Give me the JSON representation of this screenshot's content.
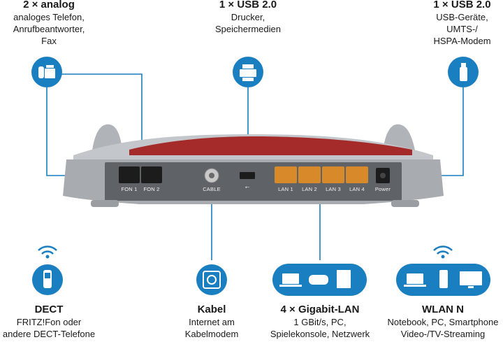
{
  "top": [
    {
      "title": "2 × analog",
      "desc": "analoges Telefon,\nAnrufbeantworter,\nFax",
      "icon": "phone-fax-icon"
    },
    {
      "title": "1 × USB 2.0",
      "desc": "Drucker,\nSpeichermedien",
      "icon": "printer-icon"
    },
    {
      "title": "1 × USB 2.0",
      "desc": "USB-Geräte,\nUMTS-/\nHSPA-Modem",
      "icon": "usb-stick-icon"
    }
  ],
  "bottom": [
    {
      "title": "DECT",
      "desc": "FRITZ!Fon oder\nandere DECT-Telefone",
      "icon": "dect-phone-icon"
    },
    {
      "title": "Kabel",
      "desc": "Internet am\nKabelmodem",
      "icon": "cable-socket-icon"
    },
    {
      "title": "4 × Gigabit-LAN",
      "desc": "1 GBit/s, PC,\nSpielekonsole, Netzwerk",
      "icon": "lan-devices-icon"
    },
    {
      "title": "WLAN N",
      "desc": "Notebook, PC, Smartphone\nVideo-/TV-Streaming",
      "icon": "wlan-devices-icon"
    }
  ],
  "ports": {
    "fon1": "FON 1",
    "fon2": "FON 2",
    "cable": "CABLE",
    "lan1": "LAN 1",
    "lan2": "LAN 2",
    "lan3": "LAN 3",
    "lan4": "LAN 4",
    "power": "Power"
  },
  "colors": {
    "accent": "#1a7fc1",
    "router_body": "#6b6e72",
    "router_shell": "#b9bcc0",
    "router_red": "#a52a2a",
    "lan_port": "#d88a2a"
  }
}
